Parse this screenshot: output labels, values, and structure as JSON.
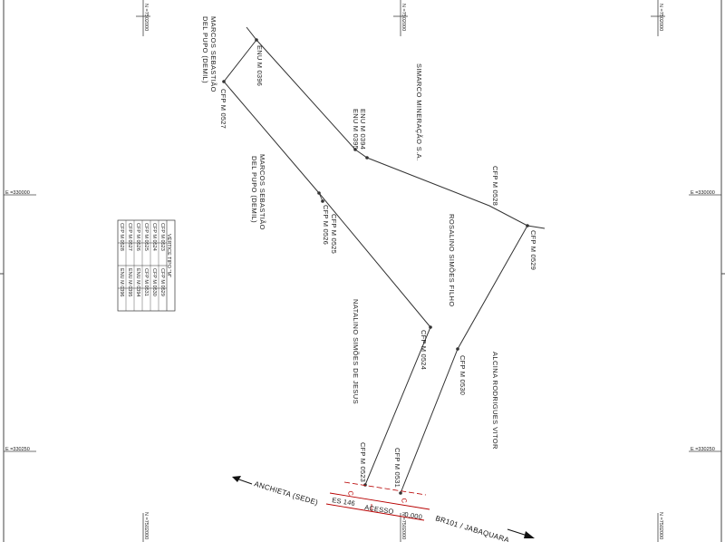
{
  "grid": {
    "top_north": [
      "N =7502000",
      "N =7502000",
      "N =7502000"
    ],
    "bottom_north": [
      "N =7502000",
      "N =7502000",
      "N =7502000"
    ],
    "east_330000": [
      "E =330000",
      "E =330000"
    ],
    "east_330250": [
      "E =330250",
      "E =330250"
    ]
  },
  "points": {
    "enu_m0396": "ENU M 0396",
    "cfp_m0527": "CFP M 0527",
    "enu_m0394": "ENU M 0394",
    "enu_m0395": "ENU M 0395",
    "cfp_m0528": "CFP M 0528",
    "cfp_m0529": "CFP M 0529",
    "cfp_m0525": "CFP M 0525",
    "cfp_m0526": "CFP M 0526",
    "cfp_m0524": "CFP M 0524",
    "cfp_m0530": "CFP M 0530",
    "cfp_m0523": "CFP M 0523",
    "cfp_m0531": "CFP M 0531"
  },
  "owners": {
    "marcos_1_a": "MARCOS SEBASTIÃO",
    "marcos_1_b": "DEL PUPO (DEMIL)",
    "marcos_2_a": "MARCOS SEBASTIÃO",
    "marcos_2_b": "DEL PUPO (DEMIL)",
    "simarco": "SIMARCO MINERAÇÃO S.A.",
    "rosalino": "ROSALINO SIMÕES FILHO",
    "natalino": "NATALINO SIMÕES DE JESUS",
    "alcina": "ALCINA RODRIGUES VITOR"
  },
  "roads": {
    "anchieta": "ANCHIETA (SEDE)",
    "br101": "BR101 / JABAQUARA",
    "es146": "ES 146",
    "acesso": "ACESSO",
    "km": "0,000"
  },
  "vertex_table": {
    "title": "VÉRTICE TIPO \"M\"",
    "columns": [
      [
        "CFP M 0523",
        "CFP M 0524",
        "CFP M 0525",
        "CFP M 0526",
        "CFP M 0527",
        "CFP M 0528"
      ],
      [
        "CFP M 0529",
        "CFP M 0530",
        "CFP M 0531",
        "ENU M 0394",
        "ENU M 0395",
        "ENU M 0396"
      ]
    ]
  },
  "colors": {
    "line": "#333333",
    "red": "#b80000"
  }
}
